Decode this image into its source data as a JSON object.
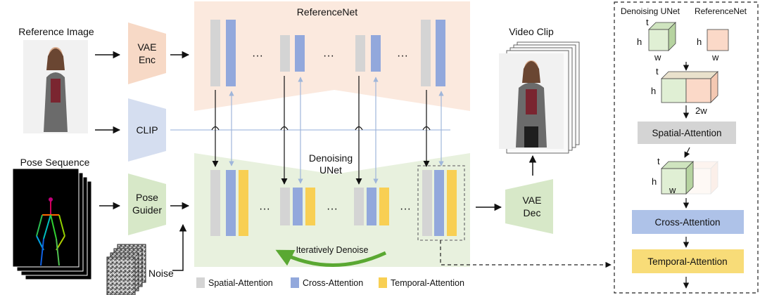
{
  "inputs": {
    "reference_image_label": "Reference Image",
    "pose_sequence_label": "Pose Sequence",
    "noise_label": "Noise"
  },
  "modules": {
    "vae_enc": [
      "VAE",
      "Enc"
    ],
    "clip": "CLIP",
    "pose_guider": [
      "Pose",
      "Guider"
    ],
    "vae_dec": [
      "VAE",
      "Dec"
    ]
  },
  "networks": {
    "reference_net": "ReferenceNet",
    "denoising_unet": [
      "Denoising",
      "UNet"
    ],
    "ellipsis": "···",
    "loop_label": "Iteratively Denoise"
  },
  "output": {
    "video_clip_label": "Video Clip"
  },
  "legend": [
    {
      "label": "Spatial-Attention",
      "color": "#d4d4d4"
    },
    {
      "label": "Cross-Attention",
      "color": "#92a8dc"
    },
    {
      "label": "Temporal-Attention",
      "color": "#f8cf53"
    }
  ],
  "detail_panel": {
    "denoising_unet_title": "Denoising UNet",
    "reference_net_title": "ReferenceNet",
    "dim_t": "t",
    "dim_h": "h",
    "dim_w": "w",
    "dim_2w": "2w",
    "spatial_attention": "Spatial-Attention",
    "cross_attention": "Cross-Attention",
    "temporal_attention": "Temporal-Attention"
  },
  "colors": {
    "reference_net_fill": "#fbe9de",
    "denoising_unet_fill": "#e8f1de",
    "vae_enc_fill": "#f7d9c6",
    "clip_fill": "#d5def0",
    "pose_guider_fill": "#d7e8c8",
    "vae_dec_fill": "#d7e8c8",
    "spatial_block": "#d4d4d4",
    "cross_block": "#92a8dc",
    "temporal_block": "#f8cf53",
    "loop_arrow": "#5aa832"
  }
}
